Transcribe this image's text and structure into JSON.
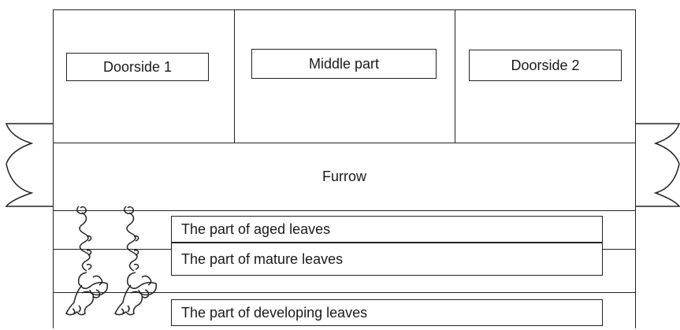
{
  "top_regions": {
    "doorside_1": "Doorside 1",
    "middle_part": "Middle part",
    "doorside_2": "Doorside 2"
  },
  "furrow_label": "Furrow",
  "leaf_parts": {
    "aged": "The part of aged leaves",
    "mature": "The part of mature leaves",
    "developing": "The part of developing leaves"
  },
  "icons": [
    "side-flap-left-icon",
    "side-flap-right-icon",
    "plant-icon"
  ]
}
